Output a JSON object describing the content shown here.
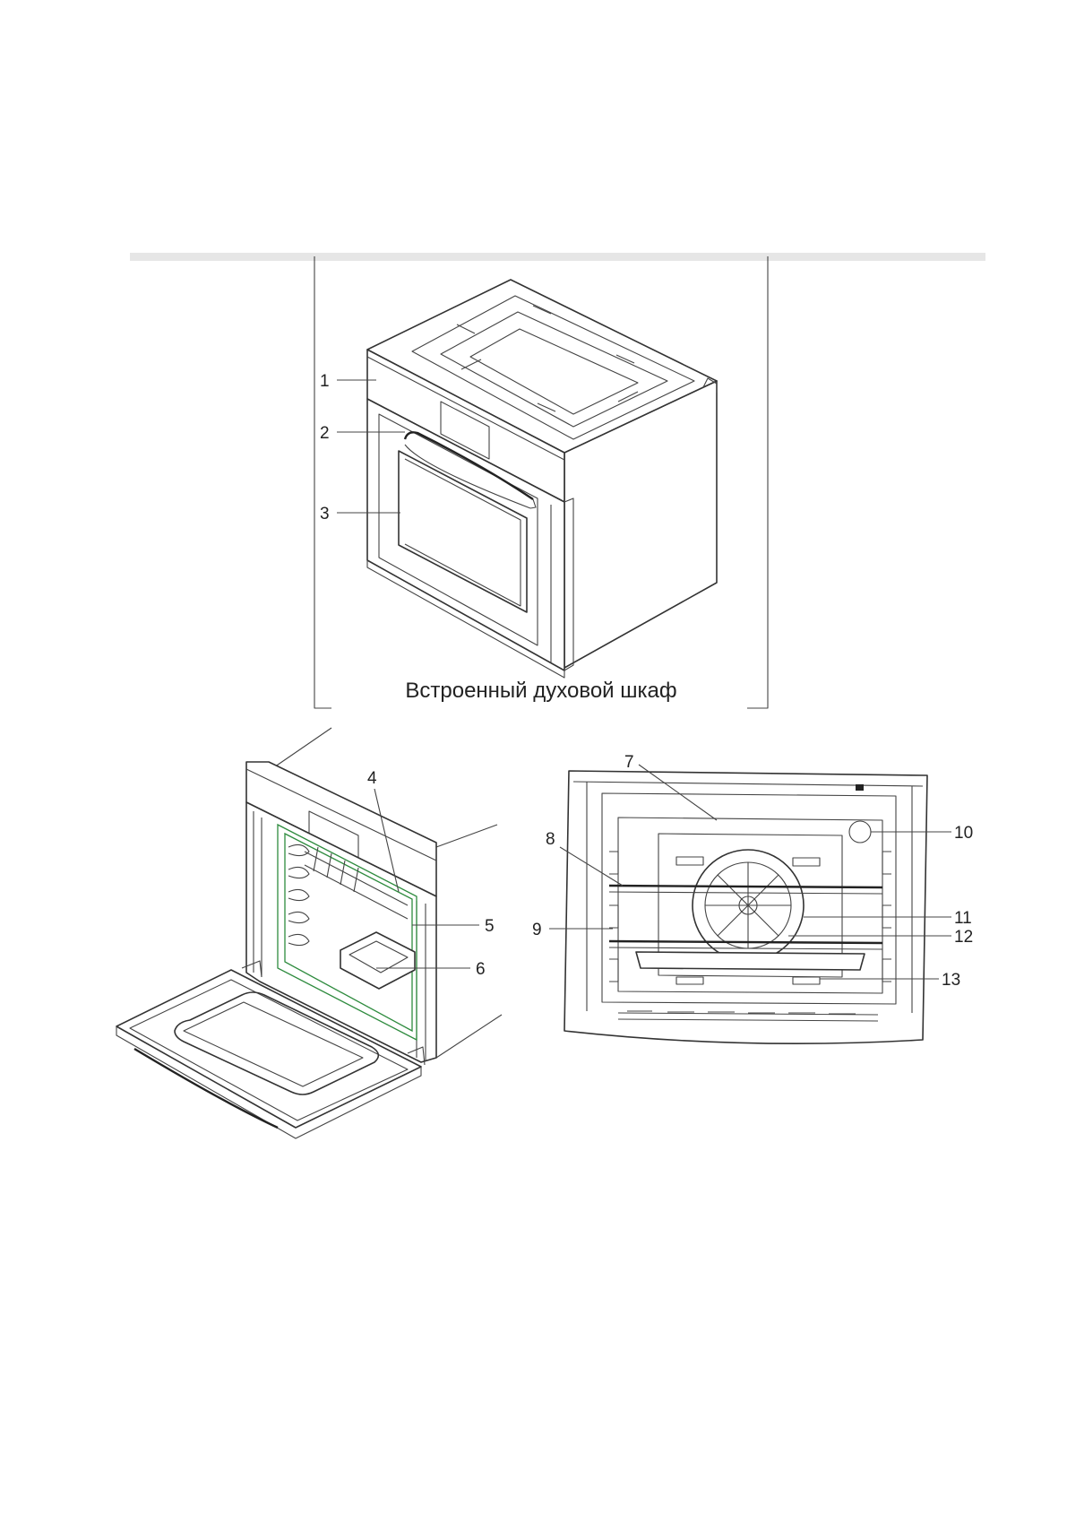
{
  "figure": {
    "caption": "Встроенный духовой шкаф",
    "callouts": [
      "1",
      "2",
      "3",
      "4",
      "5",
      "6",
      "7",
      "8",
      "9",
      "10",
      "11",
      "12",
      "13"
    ]
  },
  "colors": {
    "separator": "#e6e6e6",
    "line": "#333333",
    "interior_accent": "#2e8b3e"
  }
}
